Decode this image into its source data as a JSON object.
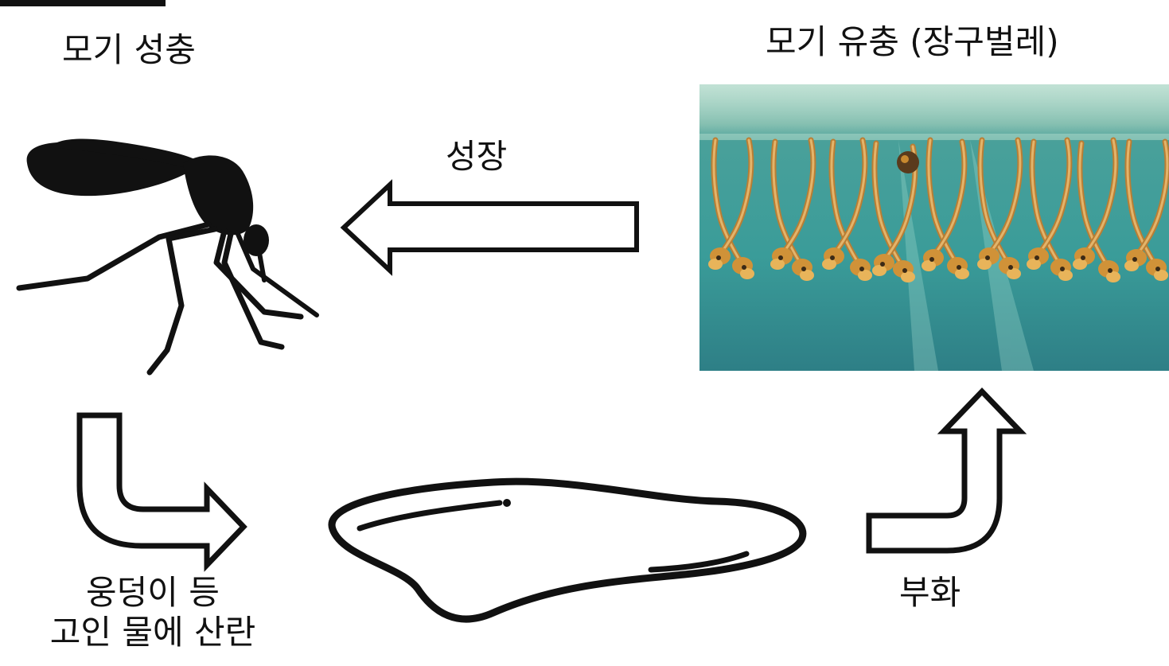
{
  "labels": {
    "adult": "모기 성충",
    "larva": "모기 유충 (장구벌레)",
    "growth": "성장",
    "lay_line1": "웅덩이 등",
    "lay_line2": "고인 물에 산란",
    "hatch": "부화"
  },
  "icons": {
    "adult": "mosquito-silhouette-icon",
    "growth_arrow": "left-arrow-icon",
    "lay_arrow": "bent-arrow-right-icon",
    "puddle": "puddle-icon",
    "hatch_arrow": "bent-arrow-up-icon",
    "photo": "mosquito-larvae-photo"
  },
  "colors": {
    "ink": "#111111",
    "water": "#3f9c98",
    "larva": "#c8892f"
  }
}
